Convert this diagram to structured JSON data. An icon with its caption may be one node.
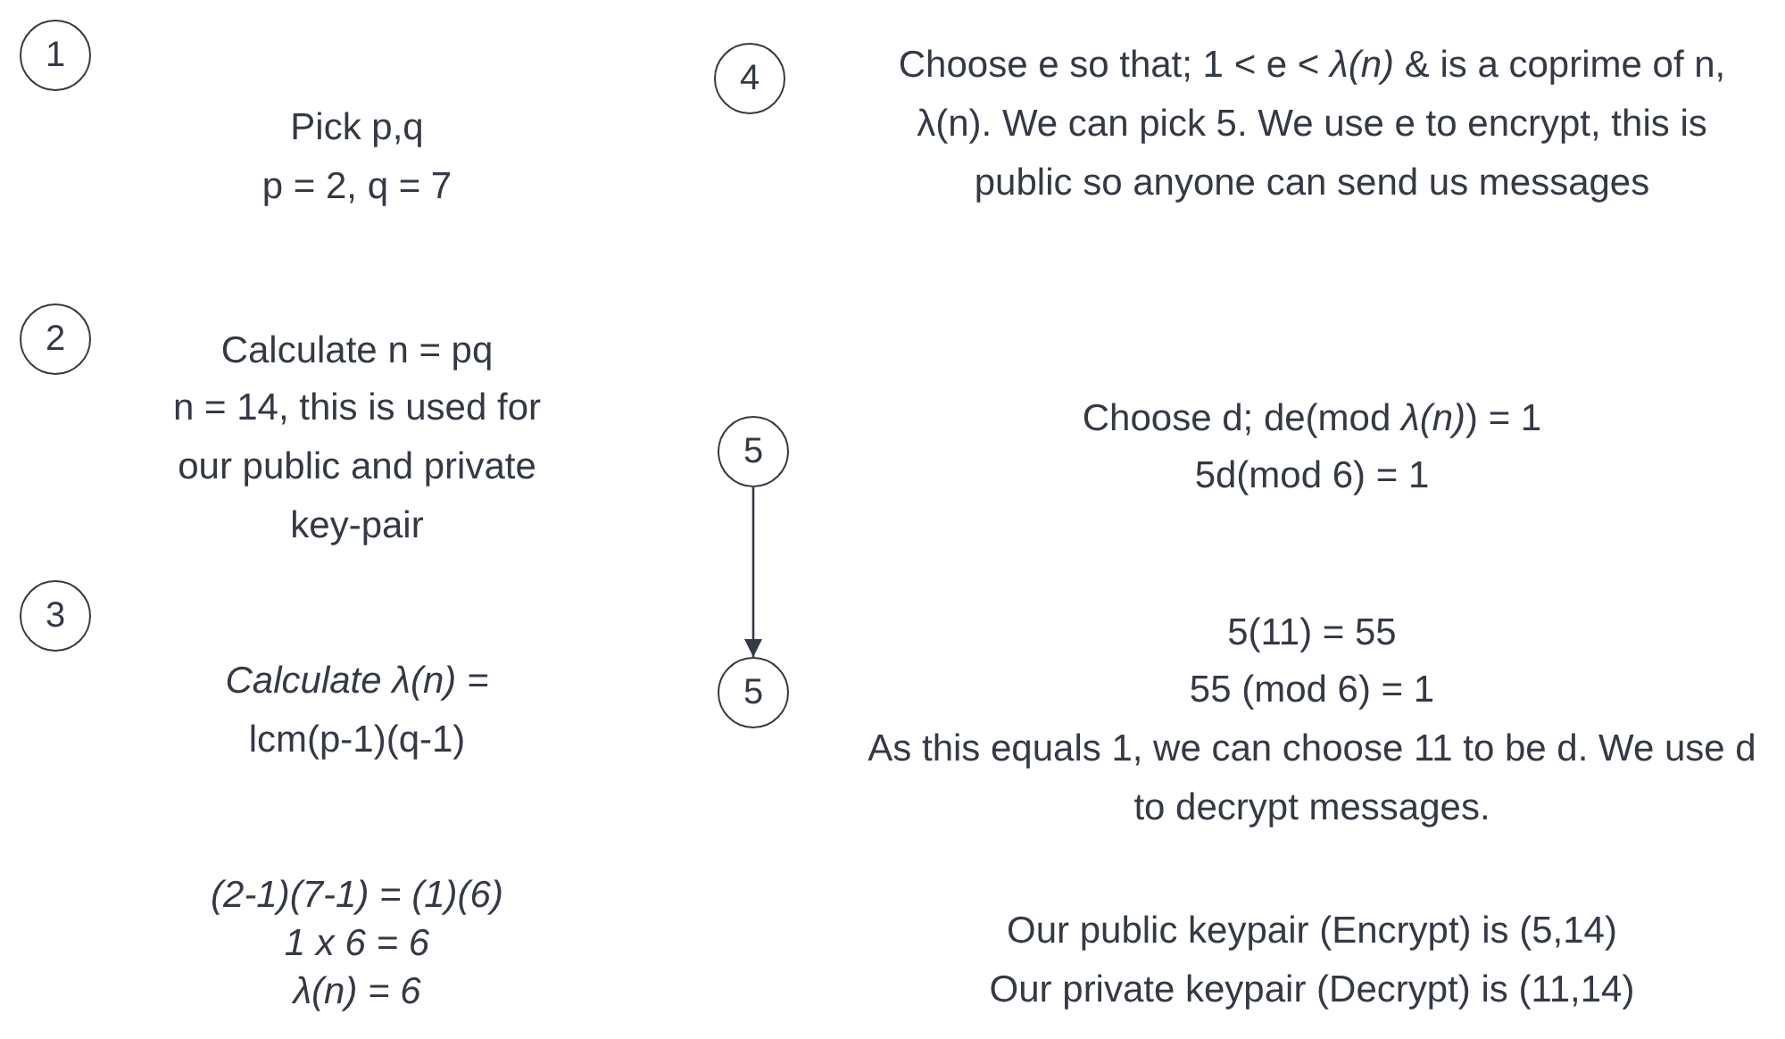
{
  "diagram": {
    "nodes": [
      {
        "text": [
          "1"
        ]
      },
      {
        "text": [
          "2"
        ]
      },
      {
        "text": [
          "3"
        ]
      },
      {
        "text": [
          "4"
        ]
      },
      {
        "text": [
          "5"
        ]
      },
      {
        "text": [
          "5"
        ]
      }
    ],
    "edges": [
      {
        "from": 4,
        "to": 5,
        "arrow": "to"
      }
    ],
    "labels": [
      "Pick p,q",
      "p = 2, q = 7",
      "Calculate n = pq",
      "n = 14, this is used for our public and private key-pair",
      "*Calculate λ(n) =* lcm(p-1)(q-1)",
      "(2-1)(7-1) = (1)(6)",
      "1 x 6 = 6",
      "λ(n) = 6",
      "Choose e so that; 1 < e < *λ(n)* & is a coprime of n, λ(n). We can pick 5. We use e to encrypt, this is public so anyone can send us messages",
      "Choose d; de(mod *λ(n)*) = 1",
      "5d(mod 6) = 1",
      "5(11) = 55",
      "55 (mod 6) = 1",
      "As this equals 1, we can choose 11 to be d. We use d to decrypt messages.",
      "Our public keypair (Encrypt) is (5,14)",
      "Our private keypair (Decrypt) is (11,14)"
    ]
  }
}
